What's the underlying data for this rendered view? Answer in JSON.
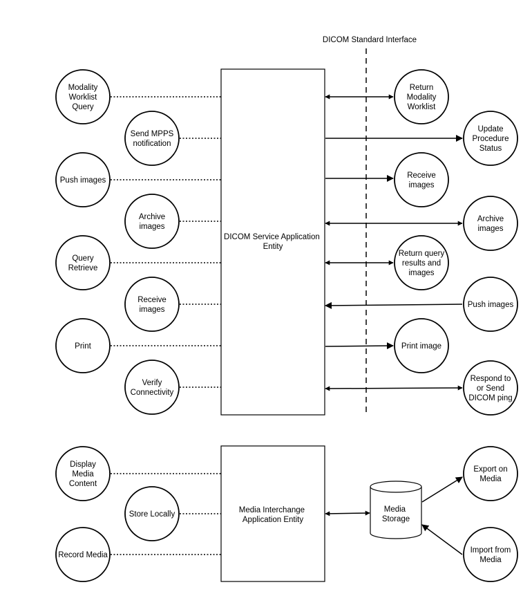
{
  "standard_interface_label": "DICOM Standard Interface",
  "dicom_entity": {
    "label": [
      "DICOM Service Application",
      "Entity"
    ]
  },
  "media_entity": {
    "label": [
      "Media Interchange",
      "Application Entity"
    ]
  },
  "media_storage": {
    "label": [
      "Media",
      "Storage"
    ]
  },
  "left_dicom_nodes": [
    {
      "id": "modality-worklist-query",
      "label": [
        "Modality",
        "Worklist",
        "Query"
      ]
    },
    {
      "id": "send-mpps-notification",
      "label": [
        "Send MPPS",
        "notification"
      ]
    },
    {
      "id": "push-images",
      "label": [
        "Push images"
      ]
    },
    {
      "id": "archive-images",
      "label": [
        "Archive",
        "images"
      ]
    },
    {
      "id": "query-retrieve",
      "label": [
        "Query",
        "Retrieve"
      ]
    },
    {
      "id": "receive-images",
      "label": [
        "Receive",
        "images"
      ]
    },
    {
      "id": "print",
      "label": [
        "Print"
      ]
    },
    {
      "id": "verify-connectivity",
      "label": [
        "Verify",
        "Connectivity"
      ]
    }
  ],
  "right_dicom_nodes": [
    {
      "id": "return-modality-worklist",
      "label": [
        "Return",
        "Modality",
        "Worklist"
      ]
    },
    {
      "id": "update-procedure-status",
      "label": [
        "Update",
        "Procedure",
        "Status"
      ]
    },
    {
      "id": "receive-images-remote",
      "label": [
        "Receive",
        "images"
      ]
    },
    {
      "id": "archive-images-remote",
      "label": [
        "Archive",
        "images"
      ]
    },
    {
      "id": "return-query-results",
      "label": [
        "Return query",
        "results and",
        "images"
      ]
    },
    {
      "id": "push-images-remote",
      "label": [
        "Push images"
      ]
    },
    {
      "id": "print-image",
      "label": [
        "Print image"
      ]
    },
    {
      "id": "respond-dicom-ping",
      "label": [
        "Respond to",
        "or Send",
        "DICOM ping"
      ]
    }
  ],
  "left_media_nodes": [
    {
      "id": "display-media-content",
      "label": [
        "Display",
        "Media",
        "Content"
      ]
    },
    {
      "id": "store-locally",
      "label": [
        "Store Locally"
      ]
    },
    {
      "id": "record-media",
      "label": [
        "Record Media"
      ]
    }
  ],
  "right_media_nodes": [
    {
      "id": "export-on-media",
      "label": [
        "Export on",
        "Media"
      ]
    },
    {
      "id": "import-from-media",
      "label": [
        "Import from",
        "Media"
      ]
    }
  ]
}
